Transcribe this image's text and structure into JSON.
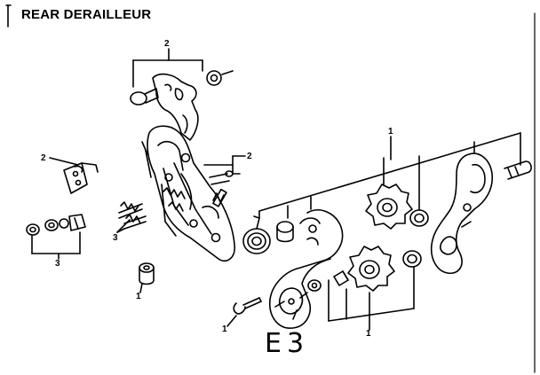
{
  "title": "REAR DERAILLEUR",
  "figure_code": "E3",
  "callouts": {
    "c1": "2",
    "c2": "2",
    "c3": "2",
    "c4": "3",
    "c5": "3",
    "c6": "1",
    "c7": "1",
    "c8": "1",
    "c9": "1"
  },
  "colors": {
    "ink": "#000000",
    "paper": "#ffffff"
  }
}
